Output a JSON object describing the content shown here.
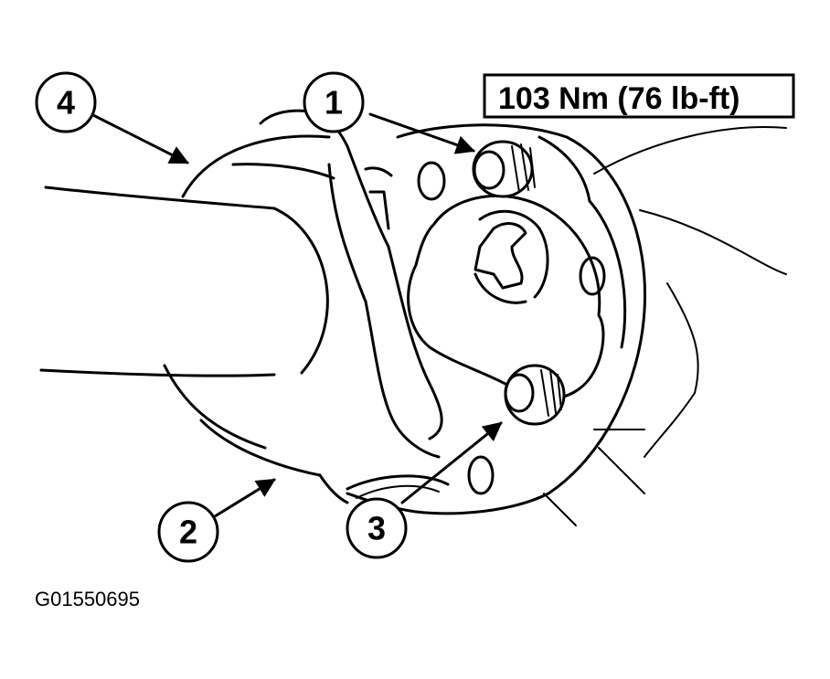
{
  "torque_label": "103 Nm (76 lb-ft)",
  "figure_code": "G01550695",
  "callouts": [
    {
      "number": "1"
    },
    {
      "number": "2"
    },
    {
      "number": "3"
    },
    {
      "number": "4"
    }
  ]
}
